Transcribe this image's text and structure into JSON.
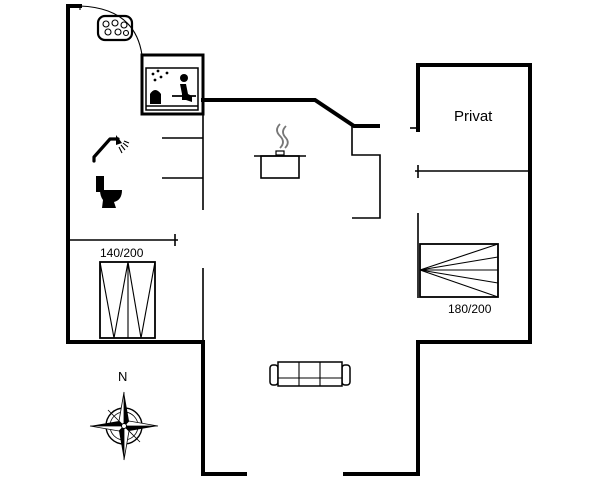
{
  "labels": {
    "room_private": "Privat",
    "bed_left": "140/200",
    "bed_right": "180/200",
    "north": "N"
  },
  "icons": [
    "whirlpool-icon",
    "sauna-icon",
    "shower-icon",
    "toilet-icon",
    "cooking-pot-icon",
    "sofa-icon",
    "compass-rose-icon"
  ]
}
